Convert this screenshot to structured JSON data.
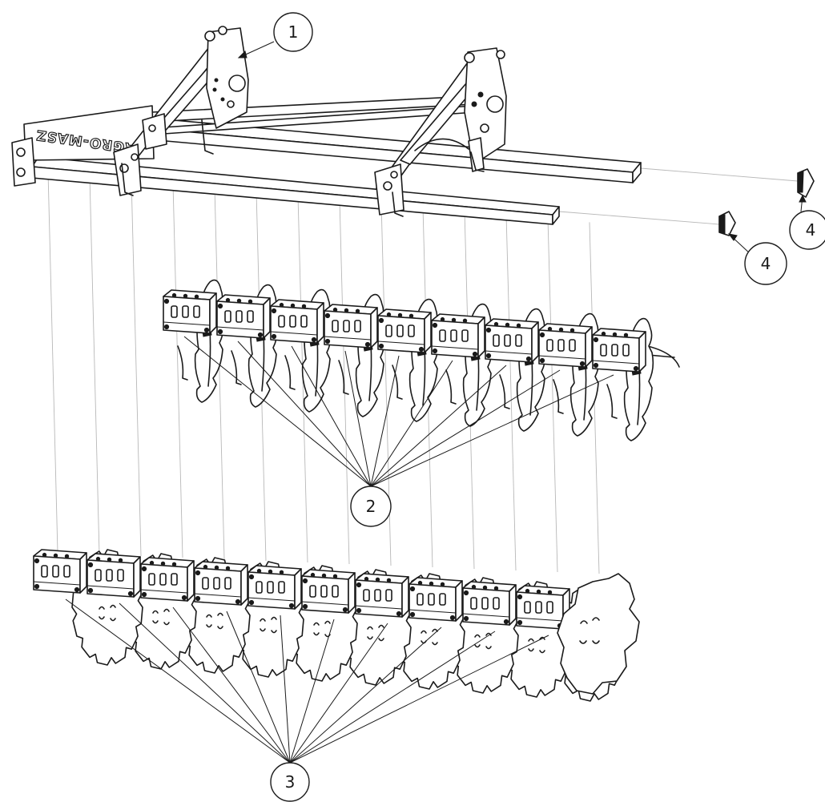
{
  "brand": {
    "label": "AGRO-MASZ"
  },
  "callouts": [
    {
      "id": "frame",
      "label": "1"
    },
    {
      "id": "front-discs",
      "label": "2"
    },
    {
      "id": "rear-discs",
      "label": "3"
    },
    {
      "id": "end-cap-upper",
      "label": "4"
    },
    {
      "id": "end-cap-lower",
      "label": "4"
    }
  ],
  "parts": {
    "front_disc_count": 9,
    "rear_disc_count": 10
  },
  "colors": {
    "ink": "#1a1a1a",
    "guide": "#b8b8b8",
    "paper": "#ffffff"
  }
}
